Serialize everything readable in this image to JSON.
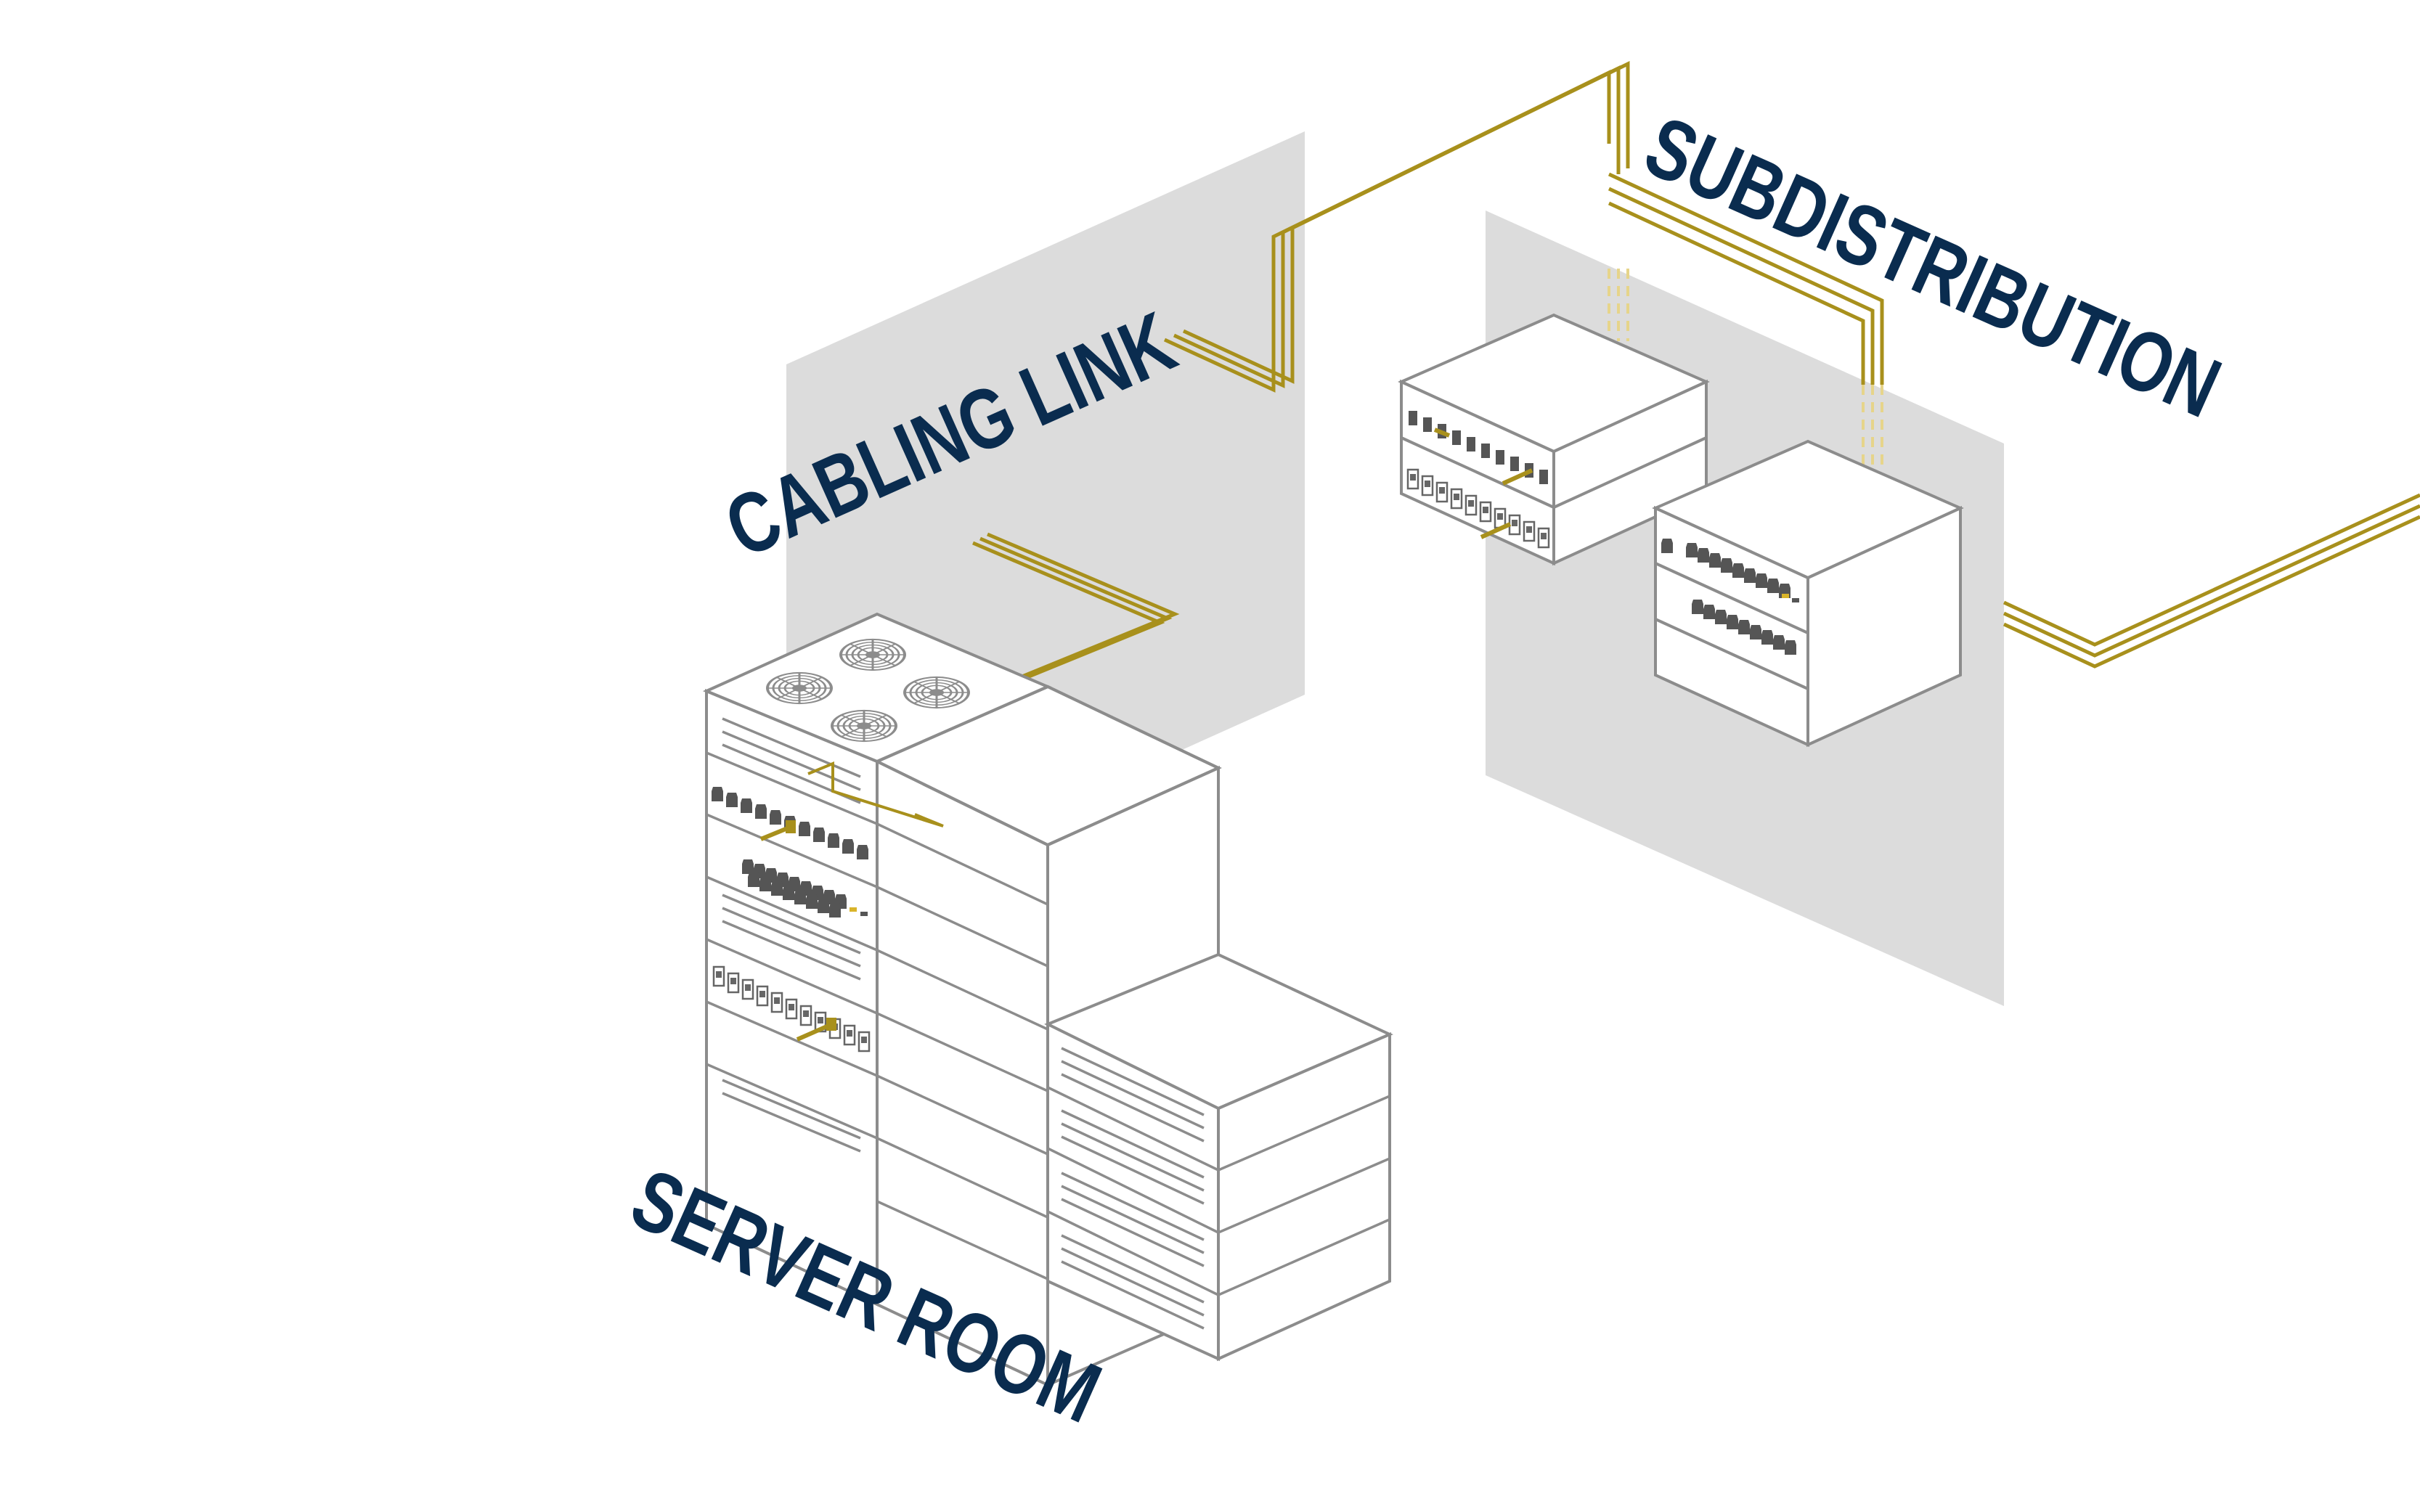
{
  "labels": {
    "server_room": "SERVER ROOM",
    "cabling_link": "CABLING LINK",
    "subdistribution": "SUBDISTRIBUTION"
  },
  "colors": {
    "label": "#0a2c4f",
    "cable": "#a8901c",
    "wall": "#dcdcdc",
    "cabinet_stroke": "#8c8c8c",
    "cabinet_fill": "#ffffff",
    "port": "#555555",
    "port_highlight": "#d9b42a"
  },
  "icons": [
    "fan-icon",
    "rj45-port-icon",
    "patch-cable-icon"
  ]
}
